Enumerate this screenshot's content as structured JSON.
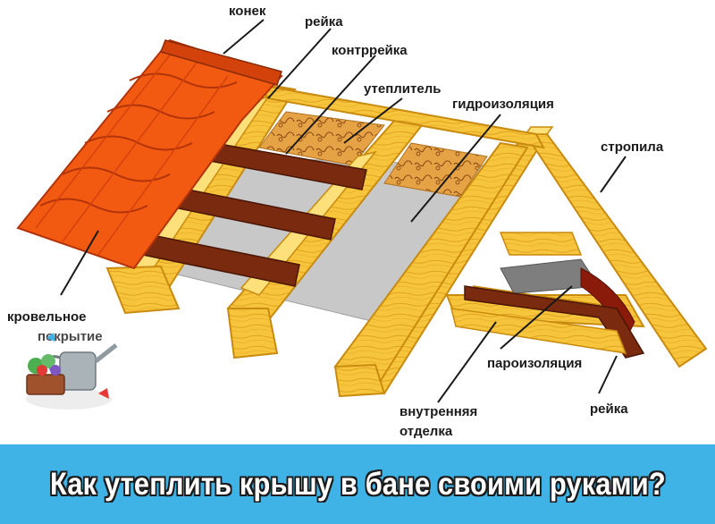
{
  "labels": {
    "konek": "конек",
    "reyka_top": "рейка",
    "kontrreyka": "контррейка",
    "uteplitel": "утеплитель",
    "gidroizolyaciya": "гидроизоляция",
    "stropila": "стропила",
    "krovelnoe_line1": "кровельное",
    "krovelnoe_line2": "покрытие",
    "paroizolyaciya": "пароизоляция",
    "vnutrennyaya_line1": "внутренняя",
    "vnutrennyaya_line2": "отделка",
    "reyka_bottom": "рейка"
  },
  "watermark": {
    "text": "покрытие",
    "icon": "garden-watering-can-logo"
  },
  "banner": {
    "title": "Как утеплить крышу в бане своими руками?",
    "background": "#3fb2e6"
  },
  "colors": {
    "wood": "#f7c53b",
    "wood_light": "#fde07a",
    "wood_edge": "#c98a10",
    "lath": "#7a2a0e",
    "tile": "#f25a12",
    "tile_edge": "#b3330a",
    "membrane": "#c8c8c8",
    "vapor": "#cfe4f0",
    "insulation": "#e6a345"
  }
}
